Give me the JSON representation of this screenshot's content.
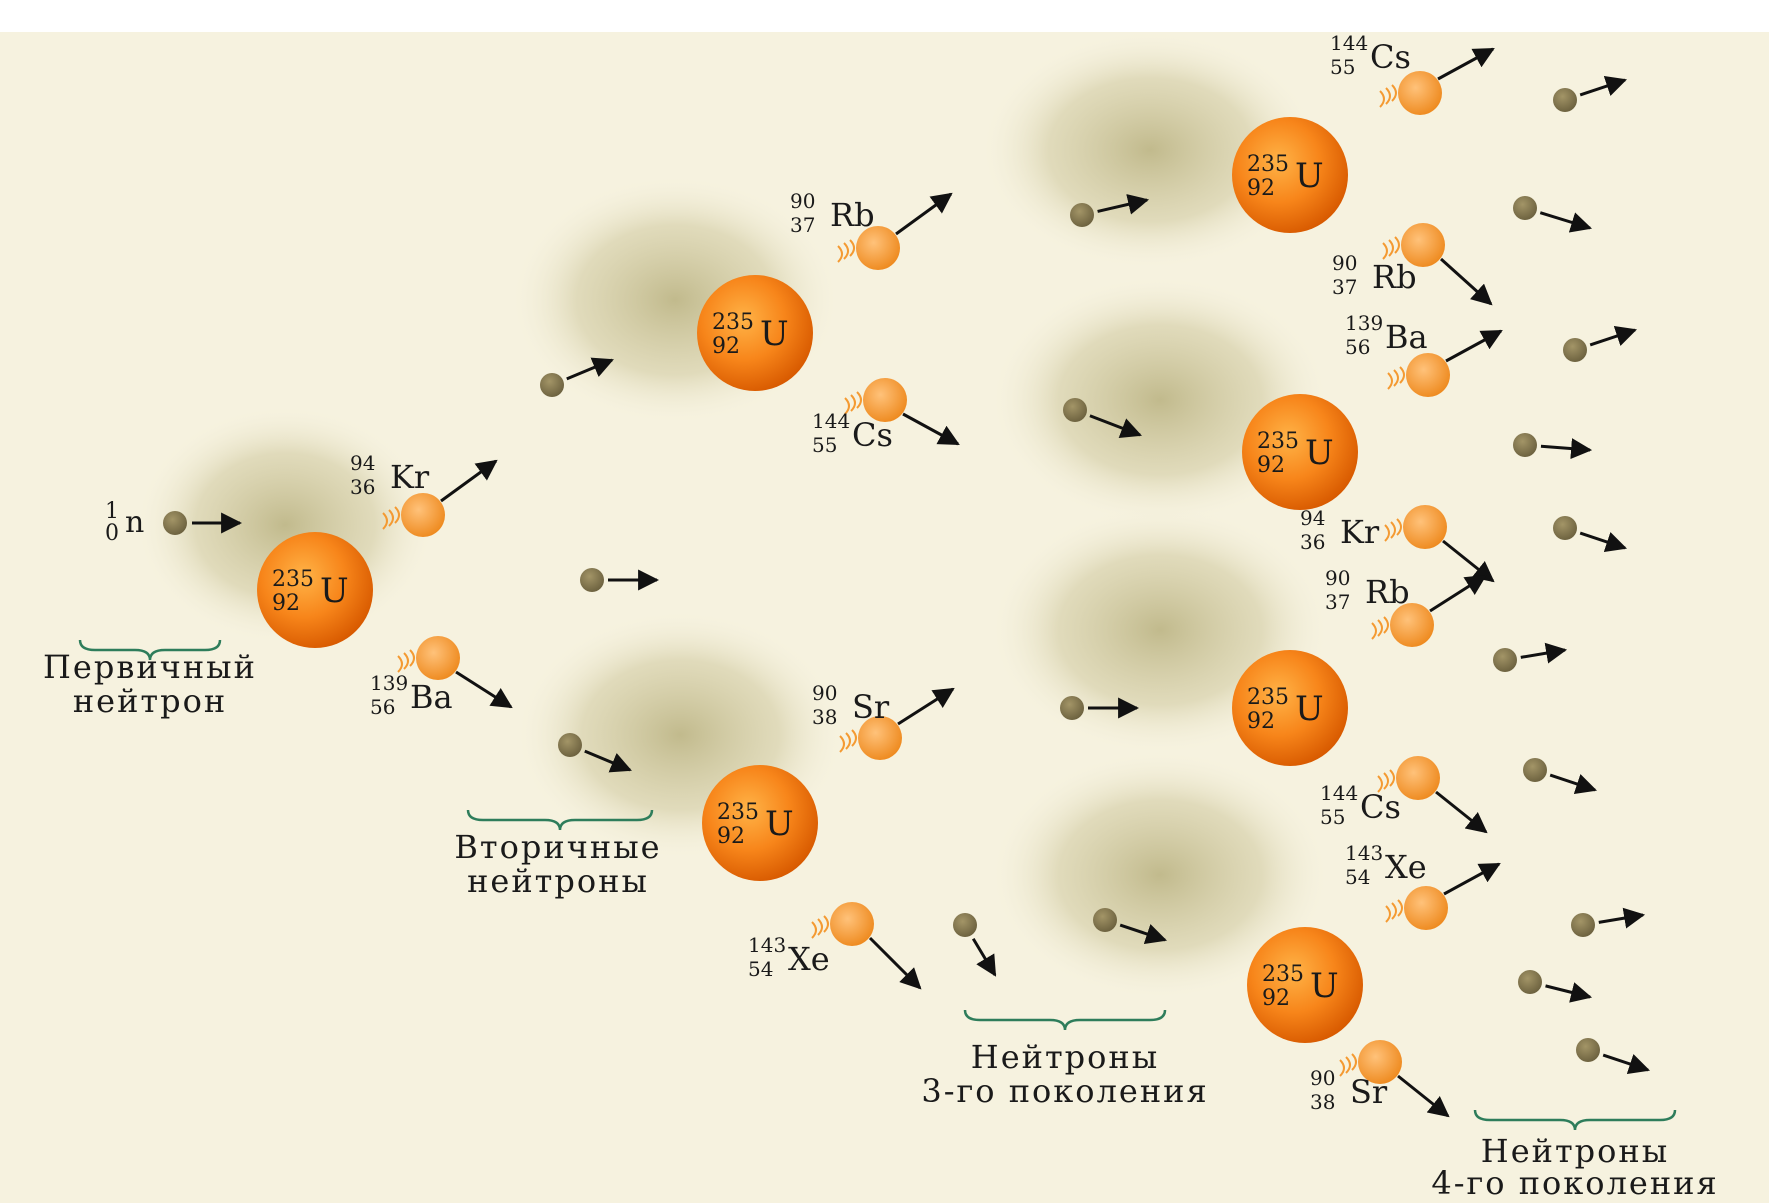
{
  "colors": {
    "background": "#f6f2df",
    "uranium_outer": "#e86a00",
    "uranium_inner": "#ffb347",
    "fragment": "#f49a32",
    "neutron": "#8a7d52",
    "cloud": "#c9c39a",
    "brace": "#2e7d5b",
    "text": "#1a1a1a"
  },
  "primary_neutron": {
    "mass": "1",
    "charge": "0",
    "symbol": "n"
  },
  "uranium": {
    "mass": "235",
    "charge": "92",
    "symbol": "U"
  },
  "fragments": [
    {
      "id": "kr-1",
      "mass": "94",
      "charge": "36",
      "symbol": "Kr"
    },
    {
      "id": "ba-1",
      "mass": "139",
      "charge": "56",
      "symbol": "Ba"
    },
    {
      "id": "rb-2a",
      "mass": "90",
      "charge": "37",
      "symbol": "Rb"
    },
    {
      "id": "cs-2a",
      "mass": "144",
      "charge": "55",
      "symbol": "Cs"
    },
    {
      "id": "sr-2b",
      "mass": "90",
      "charge": "38",
      "symbol": "Sr"
    },
    {
      "id": "xe-2b",
      "mass": "143",
      "charge": "54",
      "symbol": "Xe"
    },
    {
      "id": "cs-3a",
      "mass": "144",
      "charge": "55",
      "symbol": "Cs"
    },
    {
      "id": "rb-3a",
      "mass": "90",
      "charge": "37",
      "symbol": "Rb"
    },
    {
      "id": "ba-3b",
      "mass": "139",
      "charge": "56",
      "symbol": "Ba"
    },
    {
      "id": "kr-3b",
      "mass": "94",
      "charge": "36",
      "symbol": "Kr"
    },
    {
      "id": "rb-3c",
      "mass": "90",
      "charge": "37",
      "symbol": "Rb"
    },
    {
      "id": "cs-3c",
      "mass": "144",
      "charge": "55",
      "symbol": "Cs"
    },
    {
      "id": "xe-3d",
      "mass": "143",
      "charge": "54",
      "symbol": "Xe"
    },
    {
      "id": "sr-3d",
      "mass": "90",
      "charge": "38",
      "symbol": "Sr"
    }
  ],
  "labels": {
    "primary": [
      "Первичный",
      "нейтрон"
    ],
    "secondary": [
      "Вторичные",
      "нейтроны"
    ],
    "third": [
      "Нейтроны",
      "3-го поколения"
    ],
    "fourth": [
      "Нейтроны",
      "4-го поколения"
    ]
  }
}
